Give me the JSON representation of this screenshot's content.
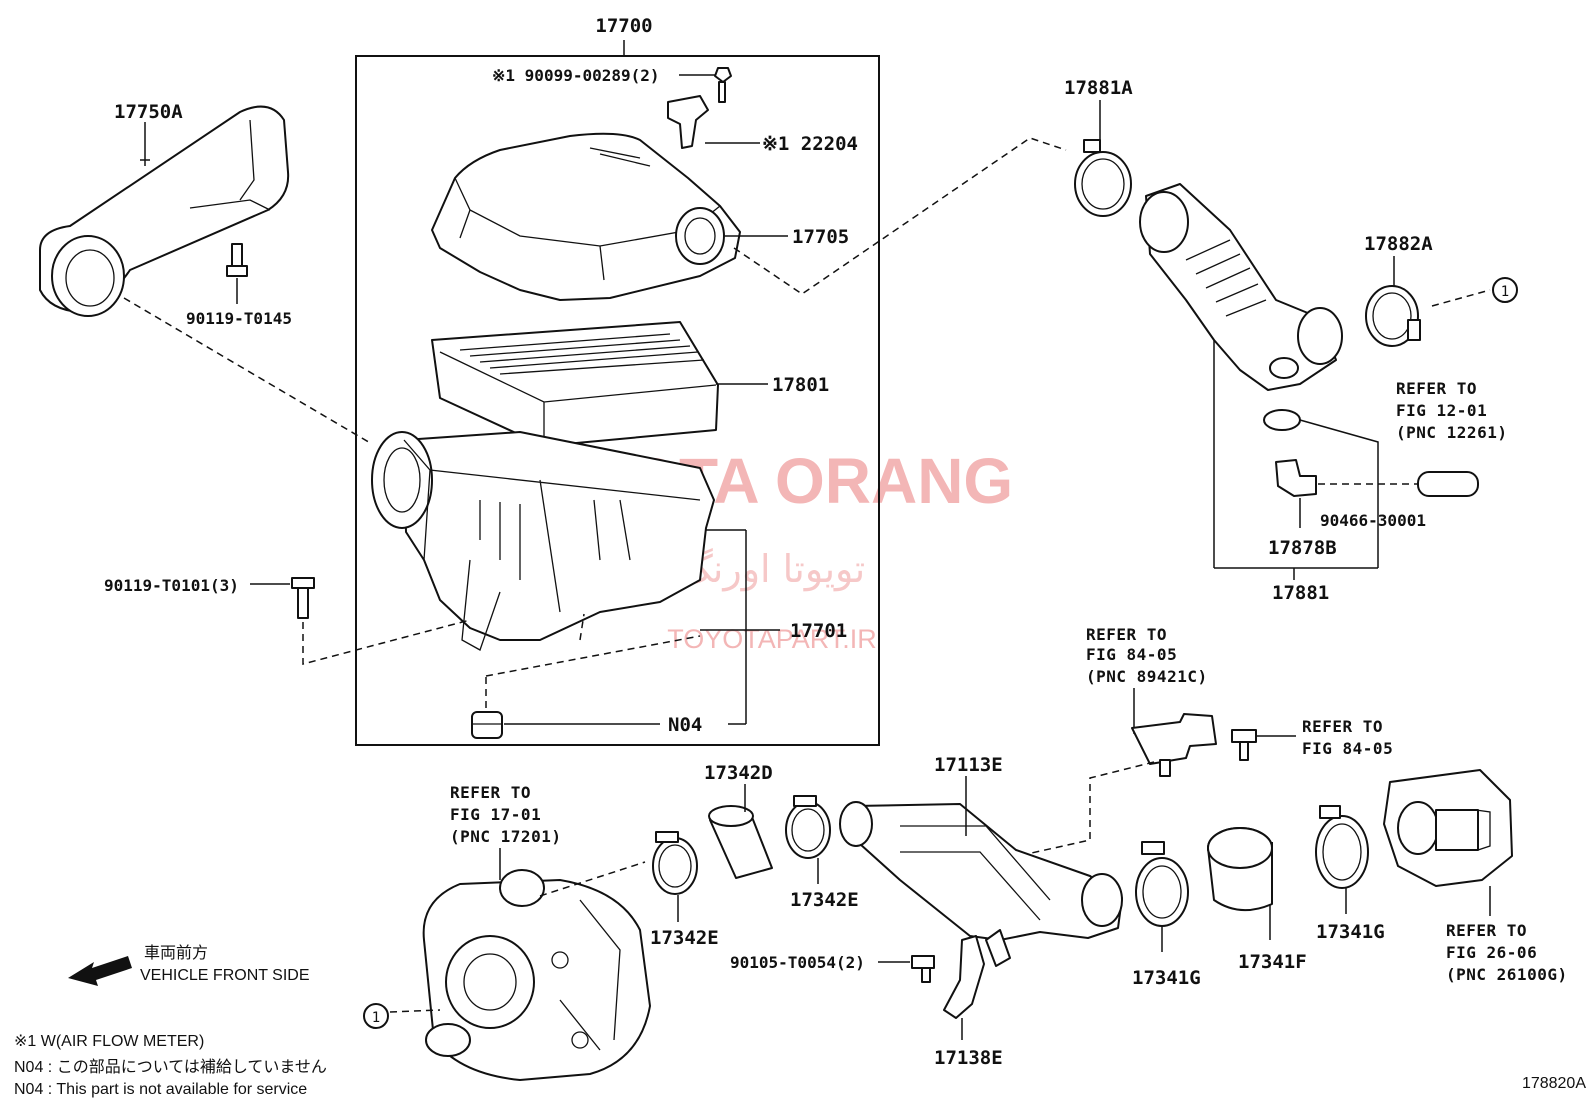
{
  "labels": {
    "p17700": "17700",
    "p17750a": "17750A",
    "p90119_t0145": "90119-T0145",
    "p90099": "※1 90099-00289(2)",
    "p22204": "※1 22204",
    "p17705": "17705",
    "p17801": "17801",
    "p17701": "17701",
    "p90119_t0101": "90119-T0101(3)",
    "pN04": "N04",
    "p17881a": "17881A",
    "p17882a": "17882A",
    "p90466": "90466-30001",
    "p17878b": "17878B",
    "p17881": "17881",
    "p17342d": "17342D",
    "p17342e_a": "17342E",
    "p17342e_b": "17342E",
    "p17113e": "17113E",
    "p90105": "90105-T0054(2)",
    "p17138e": "17138E",
    "p17341g_a": "17341G",
    "p17341f": "17341F",
    "p17341g_b": "17341G",
    "circle_ref_a": "1",
    "circle_ref_b": "1"
  },
  "references": {
    "ref_fig12": [
      "REFER TO",
      "FIG 12-01",
      "(PNC 12261)"
    ],
    "ref_fig84_a": [
      "REFER TO",
      "FIG 84-05",
      "(PNC 89421C)"
    ],
    "ref_fig84_b": [
      "REFER TO",
      "FIG 84-05"
    ],
    "ref_fig17": [
      "REFER TO",
      "FIG 17-01",
      "(PNC 17201)"
    ],
    "ref_fig26": [
      "REFER TO",
      "FIG 26-06",
      "(PNC 26100G)"
    ]
  },
  "direction": {
    "jp": "車両前方",
    "en": "VEHICLE FRONT SIDE"
  },
  "notes": [
    "※1  W(AIR FLOW METER)",
    "N04 : この部品については補給していません",
    "N04 : This part is not available for service"
  ],
  "figure_id": "178820A",
  "watermark": {
    "brand": "TOYOTA ORANG",
    "persian": "تویوتا اورنگ",
    "site": "TOYOTAPART.IR"
  }
}
